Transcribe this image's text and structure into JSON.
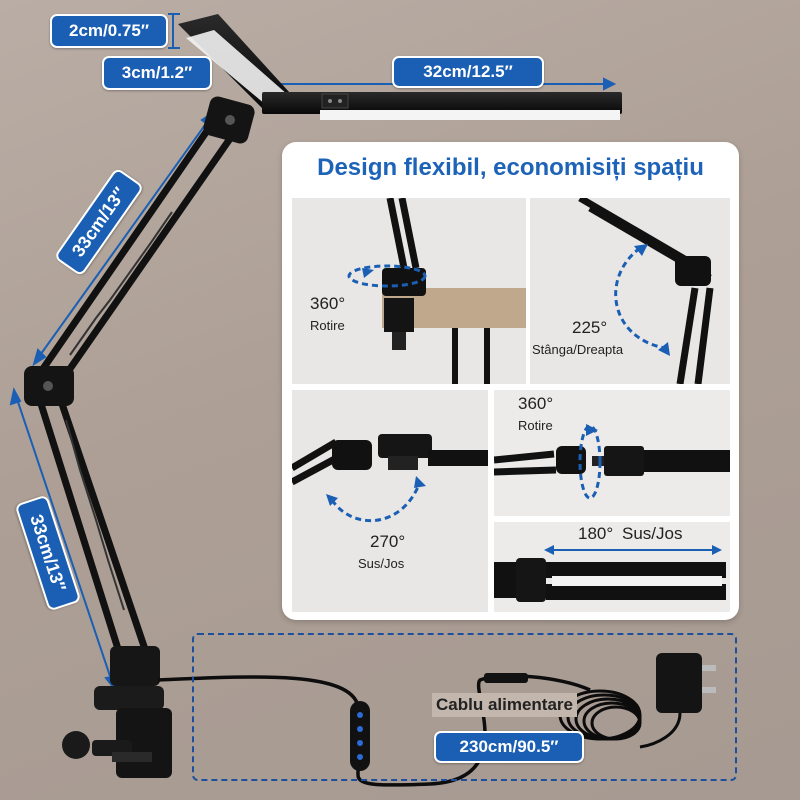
{
  "dimensions": {
    "head_thickness": "2cm/0.75″",
    "head_width": "3cm/1.2″",
    "head_length": "32cm/12.5″",
    "upper_arm": "33cm/13″",
    "lower_arm": "33cm/13″",
    "cable_length": "230cm/90.5″"
  },
  "panel": {
    "title": "Design flexibil, economisiți spațiu",
    "tiles": [
      {
        "angle": "360°",
        "label": "Rotire"
      },
      {
        "angle": "225°",
        "label": "Stânga/Dreapta"
      },
      {
        "angle": "270°",
        "label": "Sus/Jos"
      },
      {
        "angle": "360°",
        "label": "Rotire"
      },
      {
        "angle": "180°",
        "label": "Sus/Jos"
      }
    ]
  },
  "cable": {
    "label": "Cablu alimentare"
  },
  "colors": {
    "accent_blue": "#1a5fb4",
    "lamp_black": "#161616",
    "background": "#b3a59b"
  }
}
